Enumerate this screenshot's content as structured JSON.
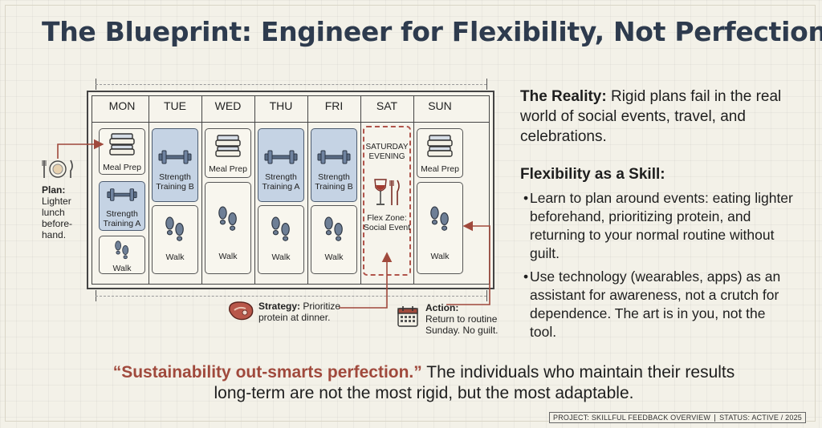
{
  "title": "The Blueprint: Engineer for Flexibility, Not Perfection.",
  "calendar": {
    "days": [
      "MON",
      "TUE",
      "WED",
      "THU",
      "FRI",
      "SAT",
      "SUN"
    ],
    "cards": {
      "mon_meal": "Meal Prep",
      "mon_strength": "Strength Training A",
      "mon_walk": "Walk",
      "tue_strength": "Strength Training B",
      "tue_walk": "Walk",
      "wed_meal": "Meal Prep",
      "wed_walk": "Walk",
      "thu_strength": "Strength Training A",
      "thu_walk": "Walk",
      "fri_strength": "Strength Training B",
      "fri_walk": "Walk",
      "sat_top": "SATURDAY EVENING",
      "sat_flex": "Flex Zone: Social Event",
      "sun_meal": "Meal Prep",
      "sun_walk": "Walk"
    }
  },
  "annotations": {
    "plan_label": "Plan:",
    "plan_text": "Lighter lunch before-hand.",
    "strategy_label": "Strategy:",
    "strategy_text_1": "Prioritize",
    "strategy_text_2": "protein at dinner.",
    "action_label": "Action:",
    "action_text_1": "Return to routine",
    "action_text_2": "Sunday. No guilt."
  },
  "right_panel": {
    "reality_label": "The Reality:",
    "reality_text": "Rigid plans fail in the real world of social events, travel, and celebrations.",
    "skill_heading": "Flexibility as a Skill:",
    "bullets": [
      "Learn to plan around events: eating lighter beforehand, prioritizing protein, and returning to your normal routine without guilt.",
      "Use technology (wearables, apps) as an assistant for awareness, not a crutch for dependence. The art is in you, not the tool."
    ]
  },
  "quote": {
    "highlight": "“Sustainability out-smarts perfection.”",
    "rest": "The individuals who maintain their results long-term are not the most rigid, but the most adaptable."
  },
  "footer": {
    "project": "PROJECT: SKILLFUL FEEDBACK OVERVIEW",
    "status": "STATUS: ACTIVE / 2025"
  },
  "colors": {
    "accent_red": "#a0493c",
    "card_blue": "#c5d3e4",
    "title_navy": "#2e3b4e"
  },
  "icons": [
    "meal-prep-containers-icon",
    "dumbbell-icon",
    "footprints-icon",
    "wine-glass-icon",
    "fork-knife-icon",
    "plate-icon",
    "steak-icon",
    "calendar-icon"
  ]
}
